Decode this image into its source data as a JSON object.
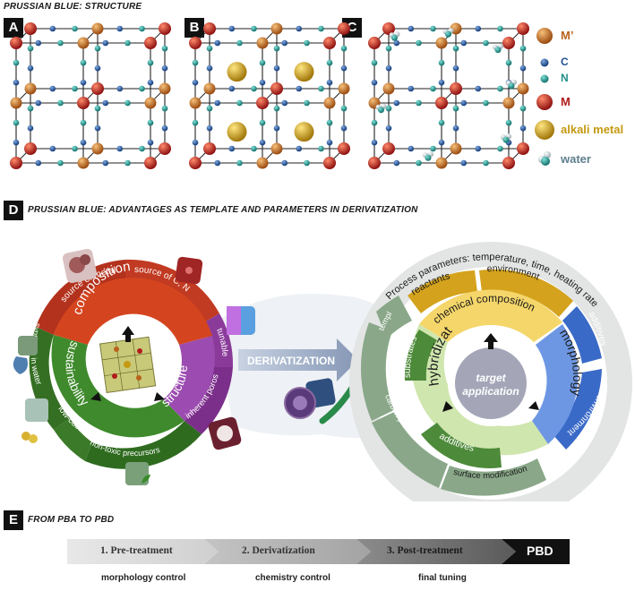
{
  "section_a": {
    "title": "PRUSSIAN BLUE: STRUCTURE",
    "letters": [
      "A",
      "B",
      "C"
    ]
  },
  "legend": [
    {
      "label": "M’",
      "color": "#b8621b",
      "kind": "orange"
    },
    {
      "label": "C",
      "color": "#1f4f8f",
      "kind": "blue"
    },
    {
      "label": "N",
      "color": "#1f8f8a",
      "kind": "teal"
    },
    {
      "label": "M",
      "color": "#b01c1c",
      "kind": "red"
    },
    {
      "label": "alkali metal",
      "color": "#c49a12",
      "kind": "gold"
    },
    {
      "label": "water",
      "color": "#5e7f8c",
      "kind": "water"
    }
  ],
  "section_d": {
    "letter": "D",
    "title": "PRUSSIAN BLUE: ADVANTAGES AS TEMPLATE AND PARAMETERS IN DERIVATIZATION",
    "left_wheel": {
      "composition": "composition",
      "structure": "structure",
      "sustainability": "sustainability",
      "outer": {
        "source_metal": "source of metal",
        "source_cn": "source of C, N",
        "tunable": "tunable",
        "inherent_porosity": "inherent porosity",
        "non_toxic": "non-toxic precursors",
        "low_cost": "low-cost",
        "synthesis_water": "synthesis in water"
      }
    },
    "arrow_label": "DERIVATIZATION",
    "right_wheel": {
      "process_parameters": "Process parameters: temperature, time, heating rate",
      "chemical_composition": "chemical composition",
      "reactants": "reactants",
      "environment_top": "environment",
      "morphology": "morphology",
      "additives_right": "additives",
      "environment_right": "environment",
      "hybridization": "hybridization",
      "substrates": "substrates",
      "additives_bottom": "additives",
      "templates": "templates",
      "carbon_precursors": "carbon precursors",
      "surface_modification": "surface modification",
      "center_line1": "target",
      "center_line2": "application"
    }
  },
  "section_e": {
    "letter": "E",
    "title": "FROM PBA TO PBD",
    "steps": [
      {
        "label": "1. Pre-treatment",
        "sub": "morphology control"
      },
      {
        "label": "2. Derivatization",
        "sub": "chemistry control"
      },
      {
        "label": "3. Post-treatment",
        "sub": "final tuning"
      },
      {
        "label": "PBD",
        "sub": ""
      }
    ]
  }
}
